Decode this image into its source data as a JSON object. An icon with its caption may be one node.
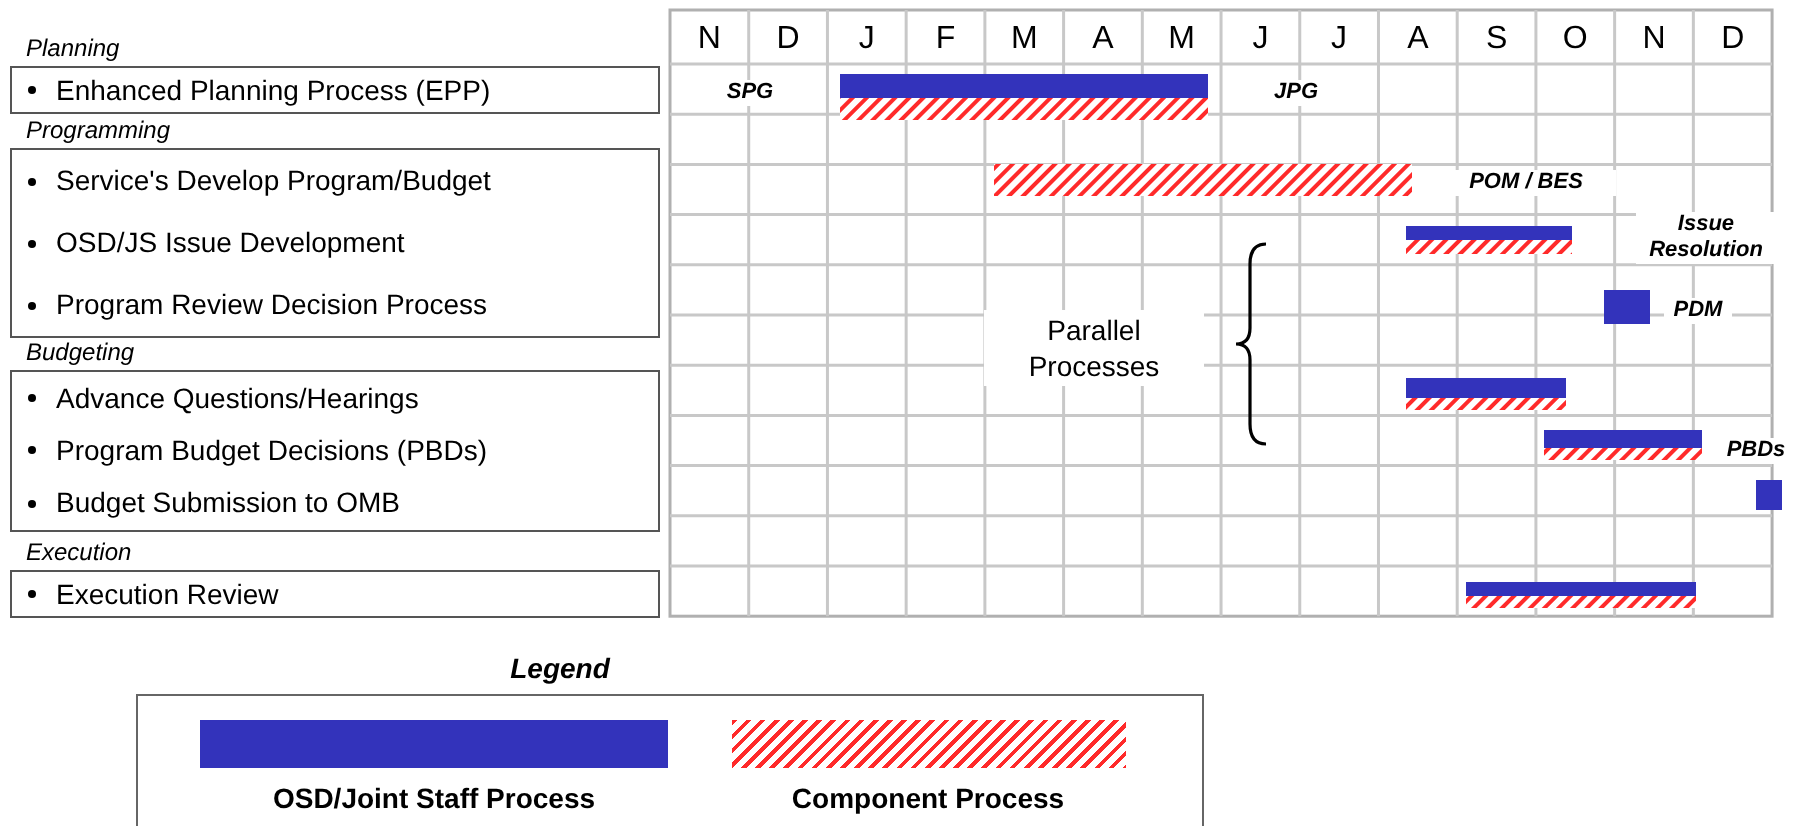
{
  "diagram": {
    "nodes": [
      {
        "text": [
          "Planning",
          "Enhanced Planning Process (EPP)"
        ]
      },
      {
        "text": [
          "Programming",
          "Service's Develop Program/Budget",
          "OSD/JS Issue Development",
          "Program Review Decision Process"
        ]
      },
      {
        "text": [
          "Budgeting",
          "Advance Questions/Hearings",
          "Program Budget Decisions (PBDs)",
          "Budget Submission to OMB"
        ]
      },
      {
        "text": [
          "Execution",
          "Execution Review"
        ]
      }
    ],
    "labels": [
      "N",
      "D",
      "J",
      "F",
      "M",
      "A",
      "M",
      "J",
      "J",
      "A",
      "S",
      "O",
      "N",
      "D",
      "SPG",
      "JPG",
      "POM / BES",
      "Issue Resolution",
      "Parallel Processes",
      "PDM",
      "PBDs",
      "Legend"
    ],
    "legend": [
      {
        "text": "OSD/Joint Staff Process",
        "color": "#3333bb"
      },
      {
        "text": "Component Process"
      }
    ]
  }
}
